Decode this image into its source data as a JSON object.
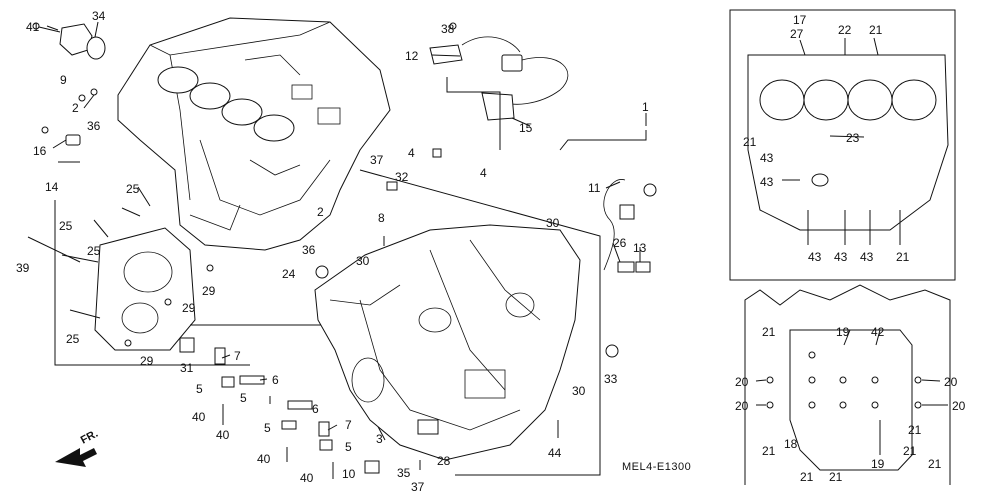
{
  "diagram": {
    "code": "MEL4-E1300",
    "direction_marker": "FR.",
    "callouts": [
      {
        "id": "c1",
        "text": "41"
      },
      {
        "id": "c2",
        "text": "34"
      },
      {
        "id": "c3",
        "text": "9"
      },
      {
        "id": "c4",
        "text": "2"
      },
      {
        "id": "c5",
        "text": "36"
      },
      {
        "id": "c6",
        "text": "16"
      },
      {
        "id": "c7",
        "text": "14"
      },
      {
        "id": "c8",
        "text": "25"
      },
      {
        "id": "c9",
        "text": "25"
      },
      {
        "id": "c10",
        "text": "25"
      },
      {
        "id": "c11",
        "text": "39"
      },
      {
        "id": "c12",
        "text": "29"
      },
      {
        "id": "c13",
        "text": "29"
      },
      {
        "id": "c14",
        "text": "25"
      },
      {
        "id": "c15",
        "text": "29"
      },
      {
        "id": "c16",
        "text": "31"
      },
      {
        "id": "c17",
        "text": "7"
      },
      {
        "id": "c18",
        "text": "5"
      },
      {
        "id": "c19",
        "text": "6"
      },
      {
        "id": "c20",
        "text": "5"
      },
      {
        "id": "c21",
        "text": "40"
      },
      {
        "id": "c22",
        "text": "40"
      },
      {
        "id": "c23",
        "text": "6"
      },
      {
        "id": "c24",
        "text": "5"
      },
      {
        "id": "c25",
        "text": "7"
      },
      {
        "id": "c26",
        "text": "5"
      },
      {
        "id": "c27",
        "text": "40"
      },
      {
        "id": "c28",
        "text": "40"
      },
      {
        "id": "c29",
        "text": "3"
      },
      {
        "id": "c30",
        "text": "10"
      },
      {
        "id": "c31",
        "text": "35"
      },
      {
        "id": "c32",
        "text": "28"
      },
      {
        "id": "c33",
        "text": "37"
      },
      {
        "id": "c34",
        "text": "44"
      },
      {
        "id": "c35",
        "text": "30"
      },
      {
        "id": "c36",
        "text": "33"
      },
      {
        "id": "c37",
        "text": "24"
      },
      {
        "id": "c38",
        "text": "30"
      },
      {
        "id": "c39",
        "text": "36"
      },
      {
        "id": "c40",
        "text": "2"
      },
      {
        "id": "c41",
        "text": "37"
      },
      {
        "id": "c42",
        "text": "32"
      },
      {
        "id": "c43",
        "text": "8"
      },
      {
        "id": "c44",
        "text": "4"
      },
      {
        "id": "c45",
        "text": "4"
      },
      {
        "id": "c46",
        "text": "38"
      },
      {
        "id": "c47",
        "text": "12"
      },
      {
        "id": "c48",
        "text": "15"
      },
      {
        "id": "c49",
        "text": "1"
      },
      {
        "id": "c50",
        "text": "11"
      },
      {
        "id": "c51",
        "text": "30"
      },
      {
        "id": "c52",
        "text": "26"
      },
      {
        "id": "c53",
        "text": "13"
      },
      {
        "id": "c54",
        "text": "17"
      },
      {
        "id": "c55",
        "text": "27"
      },
      {
        "id": "c56",
        "text": "22"
      },
      {
        "id": "c57",
        "text": "21"
      },
      {
        "id": "c58",
        "text": "21"
      },
      {
        "id": "c59",
        "text": "43"
      },
      {
        "id": "c60",
        "text": "23"
      },
      {
        "id": "c61",
        "text": "43"
      },
      {
        "id": "c62",
        "text": "43"
      },
      {
        "id": "c63",
        "text": "43"
      },
      {
        "id": "c64",
        "text": "43"
      },
      {
        "id": "c65",
        "text": "21"
      },
      {
        "id": "c66",
        "text": "21"
      },
      {
        "id": "c67",
        "text": "19"
      },
      {
        "id": "c68",
        "text": "42"
      },
      {
        "id": "c69",
        "text": "20"
      },
      {
        "id": "c70",
        "text": "20"
      },
      {
        "id": "c71",
        "text": "20"
      },
      {
        "id": "c72",
        "text": "20"
      },
      {
        "id": "c73",
        "text": "21"
      },
      {
        "id": "c74",
        "text": "18"
      },
      {
        "id": "c75",
        "text": "19"
      },
      {
        "id": "c76",
        "text": "21"
      },
      {
        "id": "c77",
        "text": "21"
      },
      {
        "id": "c78",
        "text": "21"
      },
      {
        "id": "c79",
        "text": "21"
      },
      {
        "id": "c80",
        "text": "21"
      }
    ]
  }
}
